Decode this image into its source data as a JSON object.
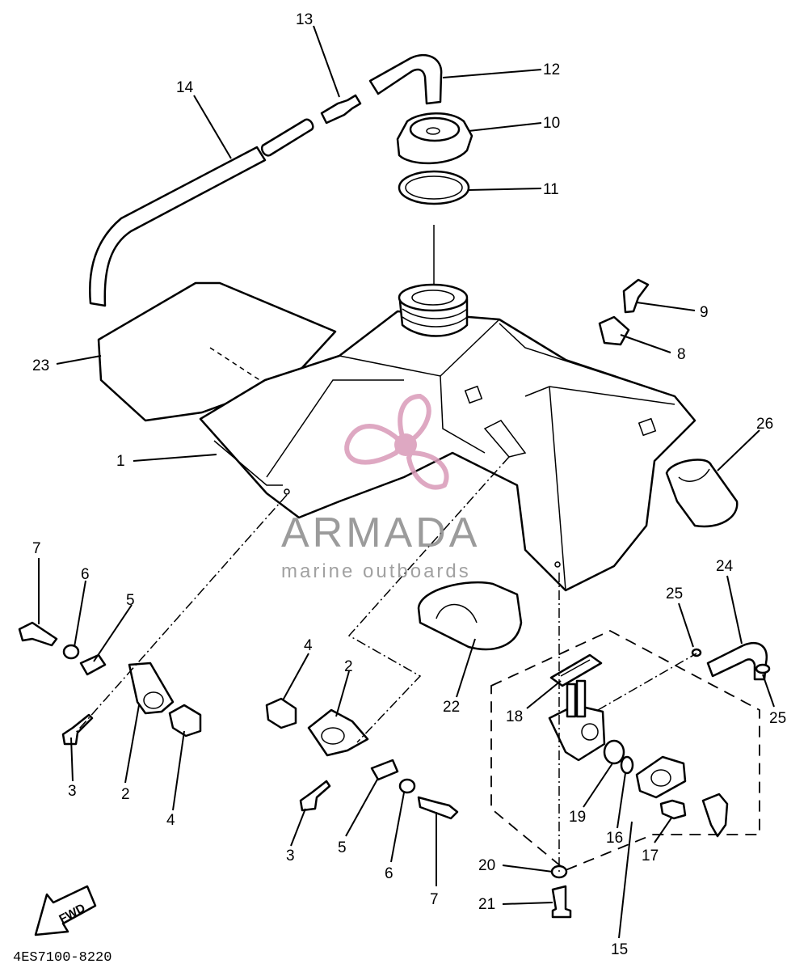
{
  "callouts": [
    {
      "id": "c1",
      "text": "1"
    },
    {
      "id": "c2a",
      "text": "2"
    },
    {
      "id": "c2b",
      "text": "2"
    },
    {
      "id": "c3a",
      "text": "3"
    },
    {
      "id": "c3b",
      "text": "3"
    },
    {
      "id": "c4a",
      "text": "4"
    },
    {
      "id": "c4b",
      "text": "4"
    },
    {
      "id": "c5a",
      "text": "5"
    },
    {
      "id": "c5b",
      "text": "5"
    },
    {
      "id": "c6a",
      "text": "6"
    },
    {
      "id": "c6b",
      "text": "6"
    },
    {
      "id": "c7a",
      "text": "7"
    },
    {
      "id": "c7b",
      "text": "7"
    },
    {
      "id": "c8",
      "text": "8"
    },
    {
      "id": "c9",
      "text": "9"
    },
    {
      "id": "c10",
      "text": "10"
    },
    {
      "id": "c11",
      "text": "11"
    },
    {
      "id": "c12",
      "text": "12"
    },
    {
      "id": "c13",
      "text": "13"
    },
    {
      "id": "c14",
      "text": "14"
    },
    {
      "id": "c15",
      "text": "15"
    },
    {
      "id": "c16",
      "text": "16"
    },
    {
      "id": "c17",
      "text": "17"
    },
    {
      "id": "c18",
      "text": "18"
    },
    {
      "id": "c19",
      "text": "19"
    },
    {
      "id": "c20",
      "text": "20"
    },
    {
      "id": "c21",
      "text": "21"
    },
    {
      "id": "c22",
      "text": "22"
    },
    {
      "id": "c23",
      "text": "23"
    },
    {
      "id": "c24",
      "text": "24"
    },
    {
      "id": "c25a",
      "text": "25"
    },
    {
      "id": "c25b",
      "text": "25"
    },
    {
      "id": "c26",
      "text": "26"
    }
  ],
  "diagram_code": "4ES7100-8220",
  "fwd_label": "FWD",
  "watermark": {
    "brand": "ARMADA",
    "tagline": "marine outboards",
    "color": "#d99ab8"
  }
}
